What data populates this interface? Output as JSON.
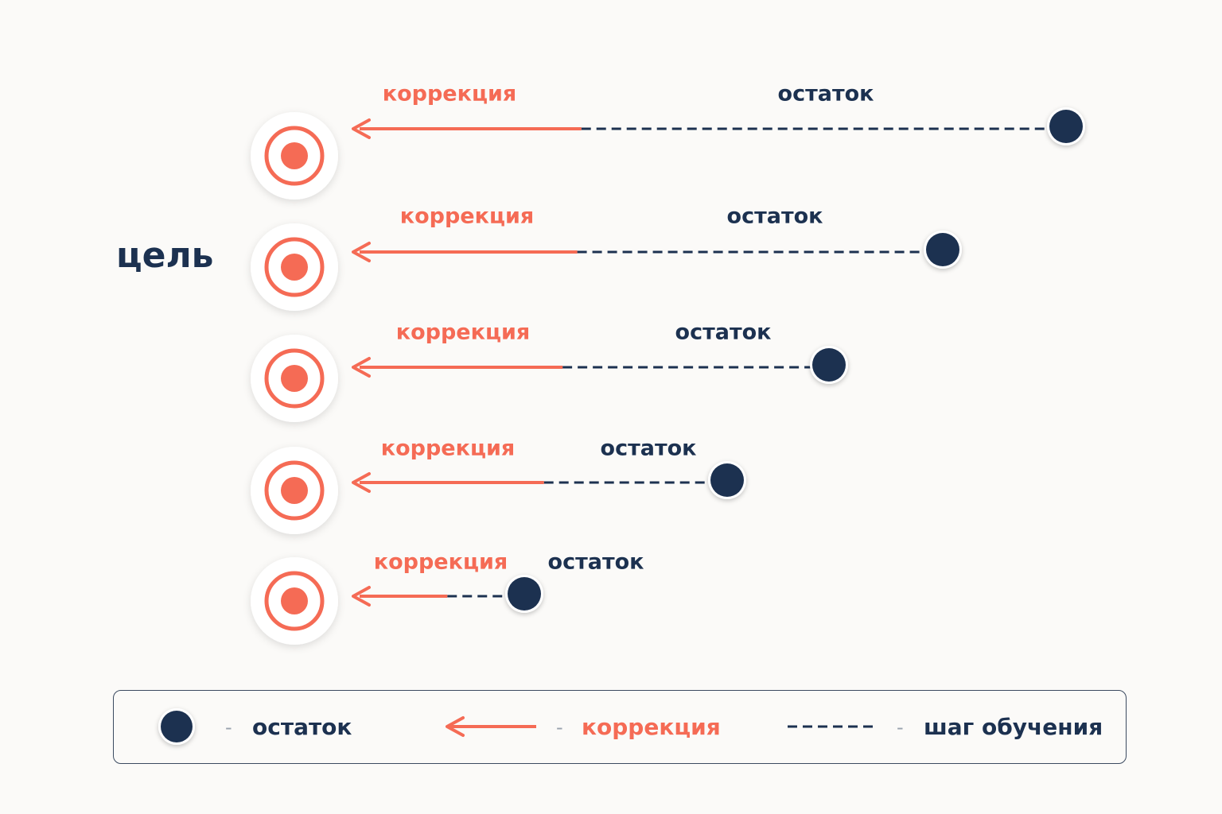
{
  "goal_label": "цель",
  "rows": [
    {
      "correction_label": "коррекция",
      "residual_label": "остаток",
      "correction_length": 0.32,
      "residual_length": 0.68
    },
    {
      "correction_label": "коррекция",
      "residual_label": "остаток",
      "correction_length": 0.38,
      "residual_length": 0.62
    },
    {
      "correction_label": "коррекция",
      "residual_label": "остаток",
      "correction_length": 0.44,
      "residual_length": 0.56
    },
    {
      "correction_label": "коррекция",
      "residual_label": "остаток",
      "correction_length": 0.51,
      "residual_length": 0.49
    },
    {
      "correction_label": "коррекция",
      "residual_label": "остаток",
      "correction_length": 0.55,
      "residual_length": 0.45
    }
  ],
  "legend": {
    "residual": "остаток",
    "correction": "коррекция",
    "learning_step": "шаг обучения",
    "separator": "-"
  },
  "colors": {
    "accent": "#f56b55",
    "dark": "#1c3150",
    "background": "#fbfaf8"
  },
  "icons": {
    "target": "target-icon",
    "residual_point": "dot-icon",
    "correction_arrow": "arrow-left-icon"
  }
}
